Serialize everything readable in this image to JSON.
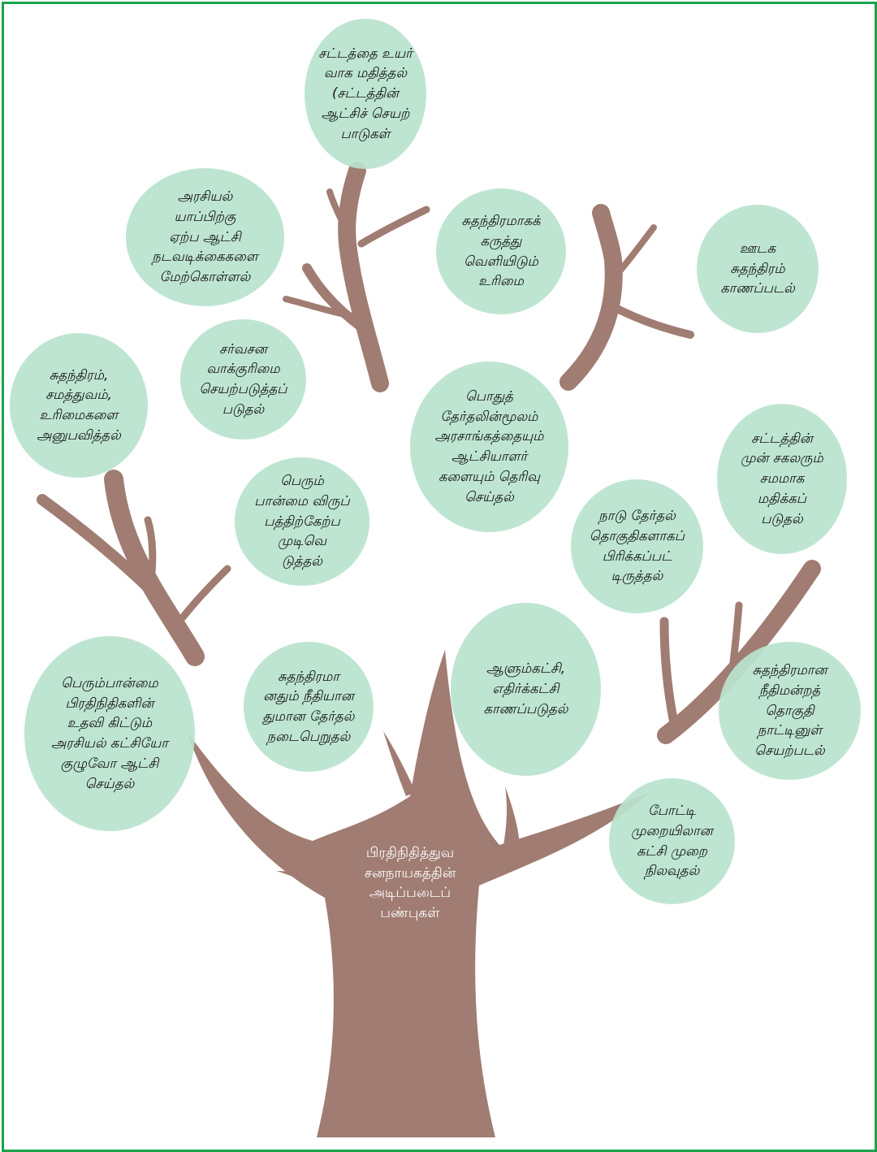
{
  "root": "பிரதிநிதித்துவ\nசனநாயகத்தின்\nஅடிப்படைப்\nபண்புகள்",
  "bubbles": [
    "சட்டத்தை உயர்\nவாக மதித்தல்\n(சட்டத்தின்\nஆட்சிச் செயற்\nபாடுகள்",
    "அரசியல்\nயாப்பிற்கு\nஏற்ப ஆட்சி\nநடவடிக்கைகளை\nமேற்கொள்ளல்",
    "சுதந்திரமாகக்\nகருத்து\nவெளியிடும்\nஉரிமை",
    "ஊடக\nசுதந்திரம்\nகாணப்படல்",
    "சுதந்திரம்,\nசமத்துவம்,\nஉரிமைகளை\nஅனுபவித்தல்",
    "சர்வசன\nவாக்குரிமை\nசெயற்படுத்தப்\nபடுதல்",
    "பொதுத்\nதேர்தலின்மூலம்\nஅரசாங்கத்தையும்\nஆட்சியாளர்\nகளையும் தெரிவு\nசெய்தல்",
    "சட்டத்தின்\nமுன் சகலரும்\nசமமாக\nமதிக்கப்\nபடுதல்",
    "பெரும்\nபான்மை விருப்\nபத்திற்கேற்ப\nமுடிவெ\nடுத்தல்",
    "நாடு தேர்தல்\nதொகுதிகளாகப்\nபிரிக்கப்பட்\nடிருத்தல்",
    "பெரும்பான்மை\nபிரதிநிதிகளின்\nஉதவி கிட்டும்\nஅரசியல் கட்சியோ\nகுழுவோ ஆட்சி\nசெய்தல்",
    "சுதந்திரமா\nனதும் நீதியான\nதுமான தேர்தல்\nநடைபெறுதல்",
    "ஆளும்கட்சி,\nஎதிர்க்கட்சி\nகாணப்படுதல்",
    "சுதந்திரமான\nநீதிமன்றத்\nதொகுதி\nநாட்டினுள்\nசெயற்படல்",
    "போட்டி\nமுறையிலான\nகட்சி முறை\nநிலவுதல்"
  ],
  "colors": {
    "border": "#1aa34a",
    "tree": "#a07c72",
    "bubble": "#b9e3cd",
    "root_text": "#ffffff"
  }
}
